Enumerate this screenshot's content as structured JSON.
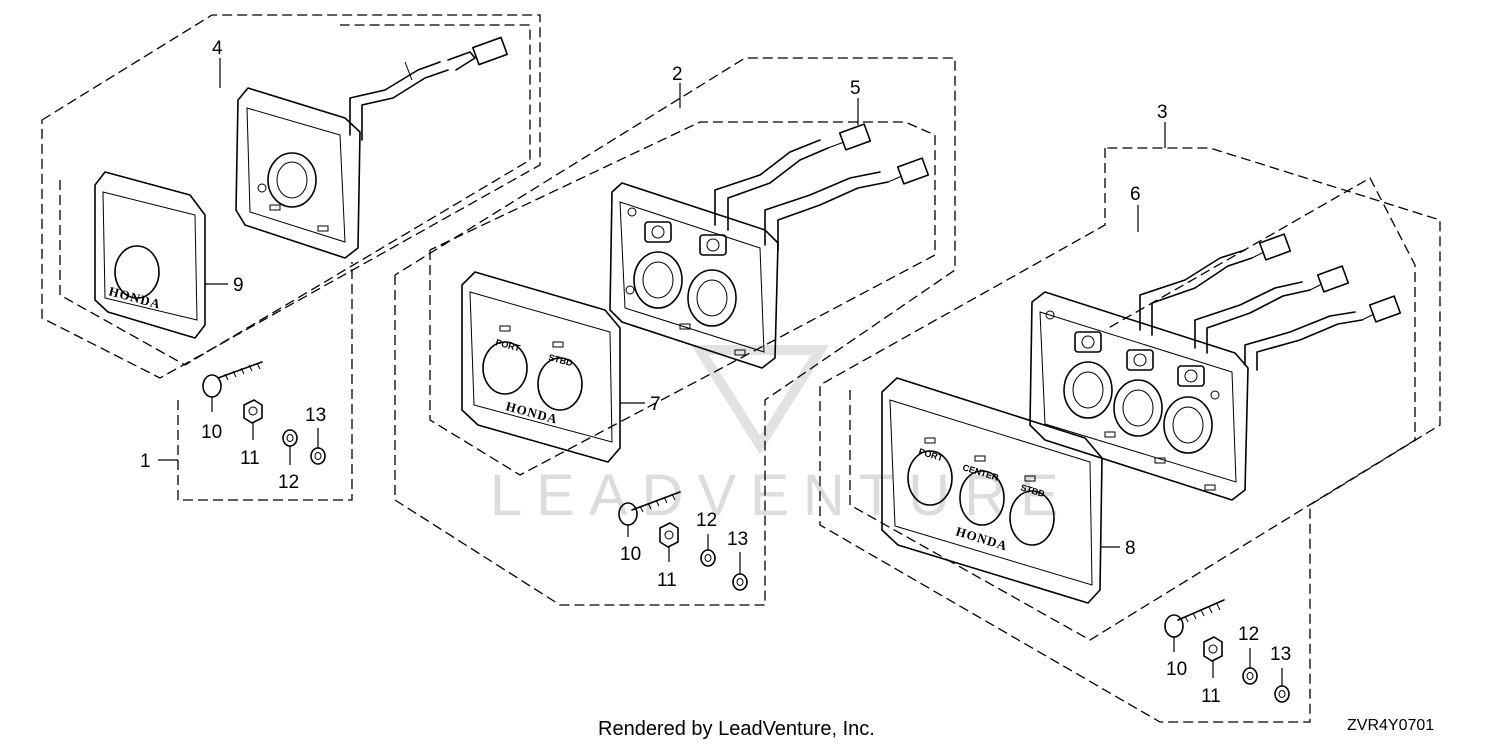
{
  "callouts": {
    "c1": "1",
    "c2": "2",
    "c3": "3",
    "c4": "4",
    "c5": "5",
    "c6": "6",
    "c7": "7",
    "c8": "8",
    "c9": "9",
    "c10a": "10",
    "c11a": "11",
    "c12a": "12",
    "c13a": "13",
    "c10b": "10",
    "c11b": "11",
    "c12b": "12",
    "c13b": "13",
    "c10c": "10",
    "c11c": "11",
    "c12c": "12",
    "c13c": "13"
  },
  "panel_labels": {
    "port": "PORT",
    "center": "CENTER",
    "stbd": "STBD",
    "brand": "HONDA"
  },
  "watermark": {
    "text": "LEADVENTURE",
    "logo": "leadventure-v-logo"
  },
  "footer": {
    "rendered_by": "Rendered by LeadVenture, Inc.",
    "diagram_code": "ZVR4Y0701"
  }
}
